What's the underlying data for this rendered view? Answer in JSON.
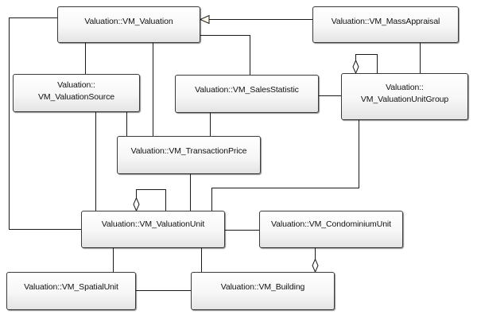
{
  "diagram": {
    "type": "UML class diagram",
    "classes": {
      "valuation": "Valuation::VM_Valuation",
      "mass_appraisal": "Valuation::VM_MassAppraisal",
      "valuation_source": {
        "line1": "Valuation::",
        "line2": "VM_ValuationSource"
      },
      "sales_statistic": "Valuation::VM_SalesStatistic",
      "valuation_unit_group": {
        "line1": "Valuation::",
        "line2": "VM_ValuationUnitGroup"
      },
      "transaction_price": "Valuation::VM_TransactionPrice",
      "valuation_unit": "Valuation::VM_ValuationUnit",
      "condominium_unit": "Valuation::VM_CondominiumUnit",
      "spatial_unit": "Valuation::VM_SpatialUnit",
      "building": "Valuation::VM_Building"
    },
    "relationships": [
      {
        "from": "VM_MassAppraisal",
        "to": "VM_Valuation",
        "kind": "generalization"
      },
      {
        "from": "VM_Valuation",
        "to": "VM_ValuationSource",
        "kind": "association"
      },
      {
        "from": "VM_Valuation",
        "to": "VM_TransactionPrice",
        "kind": "association"
      },
      {
        "from": "VM_Valuation",
        "to": "VM_SalesStatistic",
        "kind": "association"
      },
      {
        "from": "VM_Valuation",
        "to": "VM_ValuationUnit",
        "kind": "association"
      },
      {
        "from": "VM_MassAppraisal",
        "to": "VM_ValuationUnitGroup",
        "kind": "association"
      },
      {
        "from": "VM_SalesStatistic",
        "to": "VM_ValuationUnitGroup",
        "kind": "association"
      },
      {
        "from": "VM_SalesStatistic",
        "to": "VM_TransactionPrice",
        "kind": "association"
      },
      {
        "from": "VM_ValuationUnitGroup",
        "to": "VM_ValuationUnitGroup",
        "kind": "aggregation (self)"
      },
      {
        "from": "VM_ValuationUnitGroup",
        "to": "VM_ValuationUnit",
        "kind": "association"
      },
      {
        "from": "VM_ValuationSource",
        "to": "VM_TransactionPrice",
        "kind": "association"
      },
      {
        "from": "VM_ValuationSource",
        "to": "VM_ValuationUnit",
        "kind": "association"
      },
      {
        "from": "VM_TransactionPrice",
        "to": "VM_ValuationUnit",
        "kind": "association"
      },
      {
        "from": "VM_ValuationUnit",
        "to": "VM_ValuationUnit",
        "kind": "aggregation (self)"
      },
      {
        "from": "VM_ValuationUnit",
        "to": "VM_CondominiumUnit",
        "kind": "association"
      },
      {
        "from": "VM_ValuationUnit",
        "to": "VM_SpatialUnit",
        "kind": "association"
      },
      {
        "from": "VM_ValuationUnit",
        "to": "VM_Building",
        "kind": "association"
      },
      {
        "from": "VM_SpatialUnit",
        "to": "VM_Building",
        "kind": "association"
      },
      {
        "from": "VM_CondominiumUnit",
        "to": "VM_Building",
        "kind": "aggregation"
      }
    ]
  }
}
